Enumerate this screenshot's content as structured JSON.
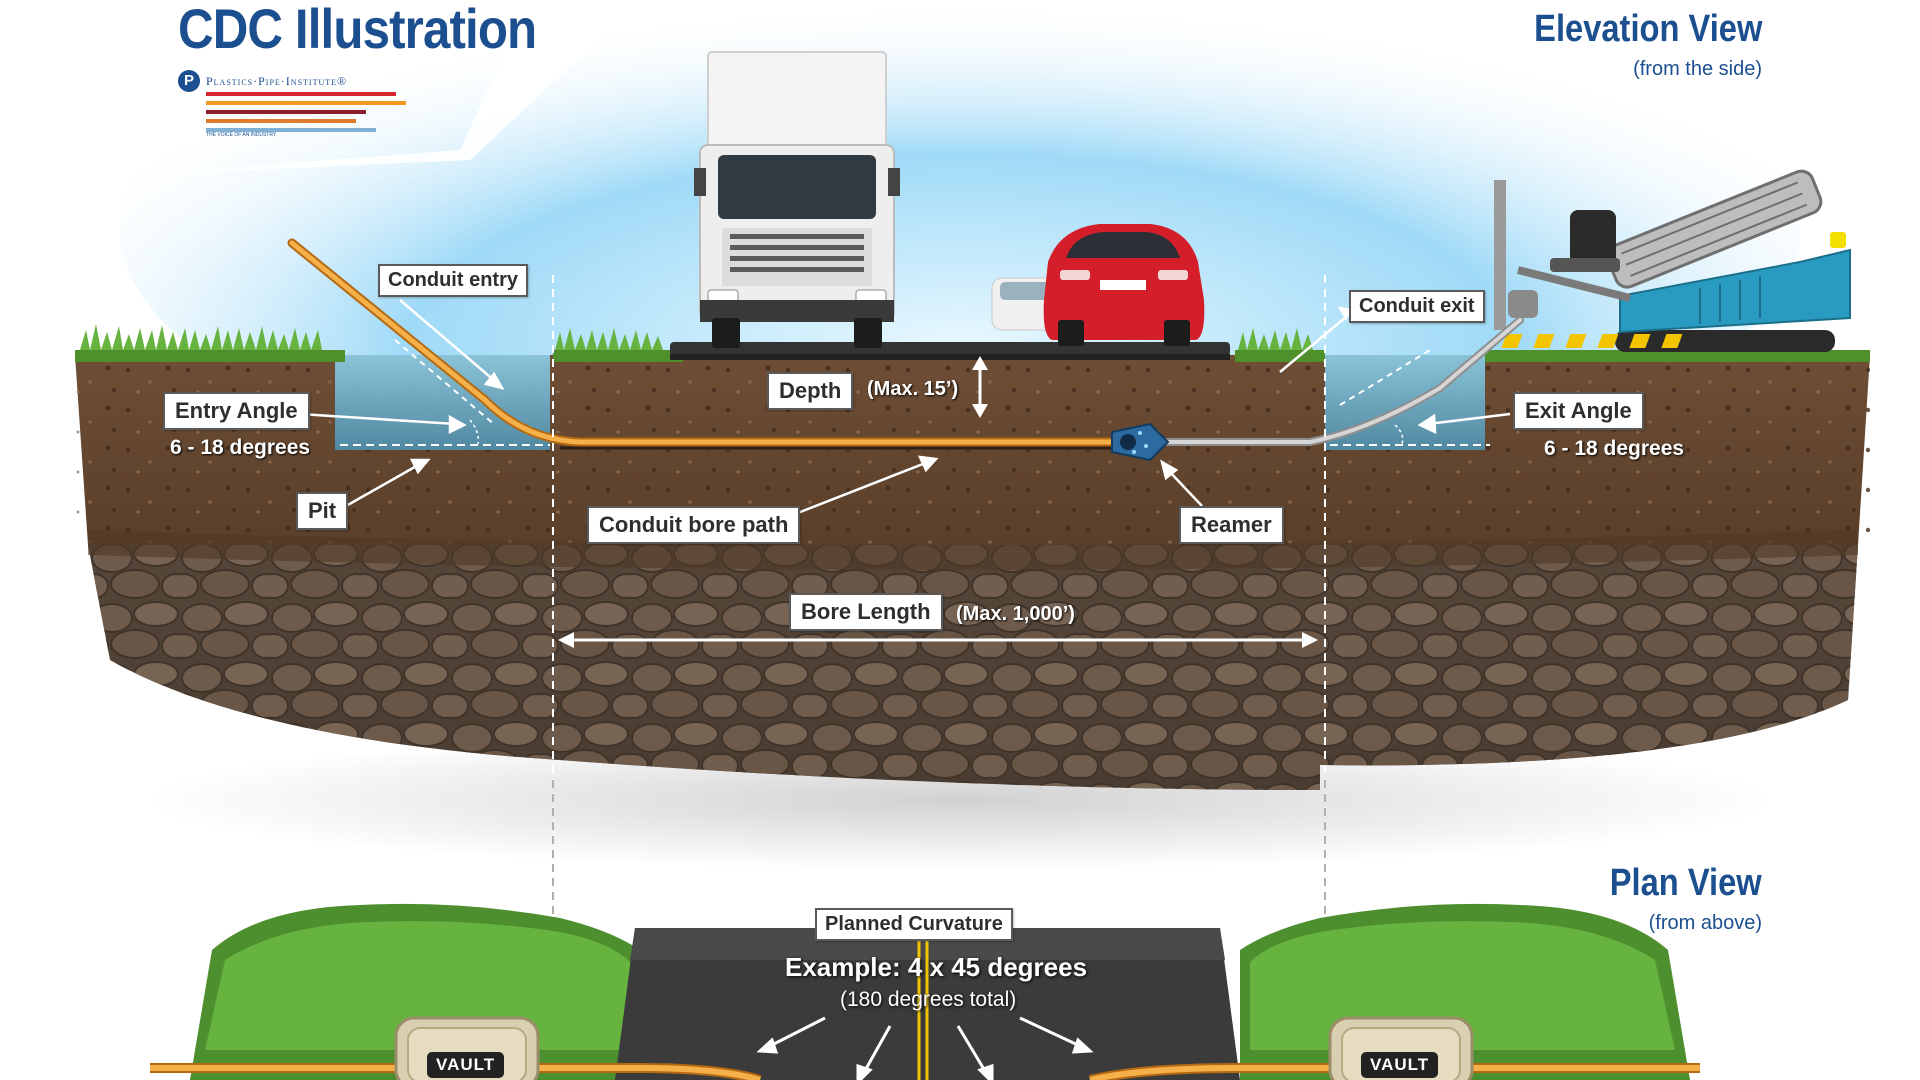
{
  "header": {
    "title": "CDC Illustration",
    "org_name": "Plastics·Pipe·Institute®",
    "org_tagline": "THE VOICE OF AN INDUSTRY"
  },
  "elevation": {
    "title": "Elevation View",
    "subtitle": "(from the side)"
  },
  "plan": {
    "title": "Plan View",
    "subtitle": "(from above)"
  },
  "labels": {
    "conduit_entry": "Conduit entry",
    "entry_angle": "Entry Angle",
    "entry_angle_value": "6 - 18 degrees",
    "pit": "Pit",
    "depth": "Depth",
    "depth_max": "(Max. 15’)",
    "conduit_bore_path": "Conduit bore path",
    "reamer": "Reamer",
    "bore_length": "Bore Length",
    "bore_length_max": "(Max. 1,000’)",
    "conduit_exit": "Conduit exit",
    "exit_angle": "Exit Angle",
    "exit_angle_value": "6 - 18 degrees",
    "planned_curvature": "Planned Curvature",
    "curvature_example": "Example: 4 x 45 degrees",
    "curvature_total": "(180 degrees total)",
    "vault": "VAULT"
  },
  "colors": {
    "brand_blue": "#1c4f8f",
    "conduit_orange": "#f2a23a",
    "topsoil": "#5a3f2a",
    "rock_layer": "#6b5848",
    "grass": "#5fa43a",
    "sky": "#bfe7fb",
    "drill_rig": "#2a9bc0",
    "car_red": "#d41f2a",
    "asphalt": "#3b3b3b"
  },
  "icons": {
    "truck": "box-truck-icon",
    "car": "red-car-icon",
    "drill": "directional-drill-rig-icon",
    "reamer": "reamer-head-icon",
    "vault": "vault-box-icon"
  }
}
